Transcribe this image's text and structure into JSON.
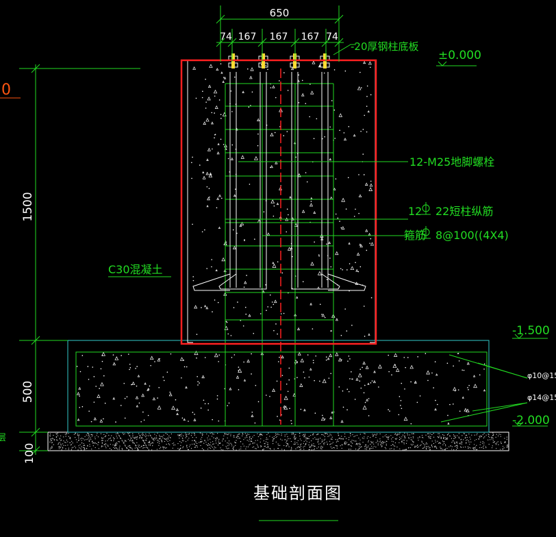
{
  "title": "基础剖面图",
  "top_dim_total": "650",
  "top_dims": [
    "74",
    "167",
    "167",
    "167",
    "74"
  ],
  "left_dims": {
    "column_height": "1500",
    "footing_height": "500",
    "bed_height": "100"
  },
  "left_red_text": "0",
  "left_small_text": "层",
  "labels": {
    "base_plate": "-20厚钢柱底板",
    "anchor_bolts": "12-M25地脚螺栓",
    "long_bars_count": "12",
    "long_bars_rest": "22短柱纵筋",
    "stirrups_prefix": "箍筋",
    "stirrups_rest": "8@100((4X4)",
    "concrete": "C30混凝土",
    "rebar_a": "φ10@15",
    "rebar_b": "φ14@15"
  },
  "levels": {
    "top": "±0.000",
    "mid": "-1.500",
    "bottom": "-2.000"
  },
  "colors": {
    "background": "#000000",
    "outline_red": "#ff2020",
    "rebar_green": "#22dd22",
    "text_white": "#ffffff",
    "cyan": "#33cccc",
    "level_red": "#ff5511"
  }
}
